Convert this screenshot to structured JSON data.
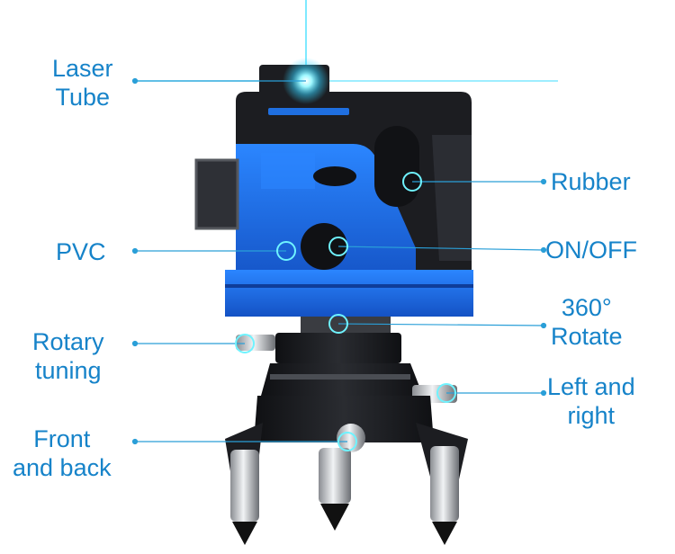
{
  "labels": {
    "laser_tube": {
      "line1": "Laser",
      "line2": "Tube"
    },
    "rubber": "Rubber",
    "pvc": "PVC",
    "on_off": "ON/OFF",
    "rotate_360": {
      "line1": "360°",
      "line2": "Rotate"
    },
    "rotary_tuning": {
      "line1": "Rotary",
      "line2": "tuning"
    },
    "left_and_right": {
      "line1": "Left and",
      "line2": "right"
    },
    "front_and_back": {
      "line1": "Front",
      "line2": "and back"
    }
  },
  "colors": {
    "label_text": "#1683c9",
    "callout_line": "#2a9fd8",
    "body_blue": "#1f6fe0",
    "body_black": "#1c1d21",
    "laser_glow": "#6ff3ff"
  }
}
